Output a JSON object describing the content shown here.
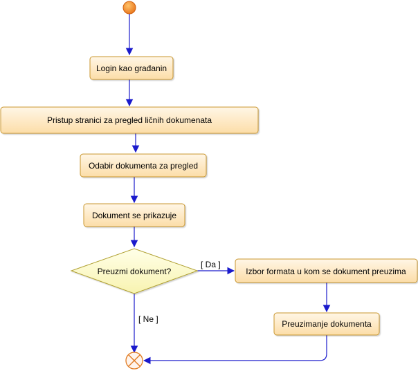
{
  "diagram": {
    "nodes": {
      "login": "Login kao građanin",
      "pristup": "Pristup stranici za pregled ličnih dokumenata",
      "odabir": "Odabir dokumenta za pregled",
      "prikaz": "Dokument se prikazuje",
      "decision": "Preuzmi dokument?",
      "izbor": "Izbor formata u kom se dokument preuzima",
      "preuzimanje": "Preuzimanje dokumenta"
    },
    "edges": {
      "yes": "[ Da ]",
      "no": "[ Ne ]"
    }
  },
  "colors": {
    "activity_fill_top": "#FFF6E6",
    "activity_fill_bottom": "#FCDDA8",
    "activity_border": "#C8962E",
    "decision_fill_top": "#FFFFE8",
    "decision_fill_bottom": "#F8F3B0",
    "decision_border": "#B0A030",
    "arrow": "#1A1ACC",
    "start": "#F08A24",
    "end_border": "#E07A20"
  }
}
